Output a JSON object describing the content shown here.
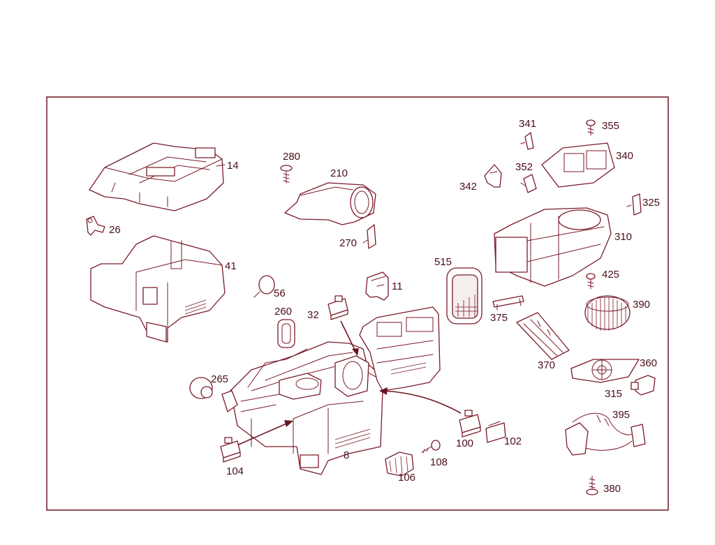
{
  "callouts": {
    "c8": "8",
    "c11": "11",
    "c14": "14",
    "c26": "26",
    "c32": "32",
    "c41": "41",
    "c56": "56",
    "c100": "100",
    "c102": "102",
    "c104": "104",
    "c106": "106",
    "c108": "108",
    "c210": "210",
    "c260": "260",
    "c265": "265",
    "c270": "270",
    "c280": "280",
    "c310": "310",
    "c315": "315",
    "c325": "325",
    "c340": "340",
    "c341": "341",
    "c342": "342",
    "c352": "352",
    "c355": "355",
    "c360": "360",
    "c370": "370",
    "c375": "375",
    "c380": "380",
    "c390": "390",
    "c395": "395",
    "c425": "425",
    "c515": "515"
  },
  "colors": {
    "line": "#7a1a28",
    "frame": "#6b1520",
    "text": "#4a0e18",
    "background": "#ffffff"
  }
}
